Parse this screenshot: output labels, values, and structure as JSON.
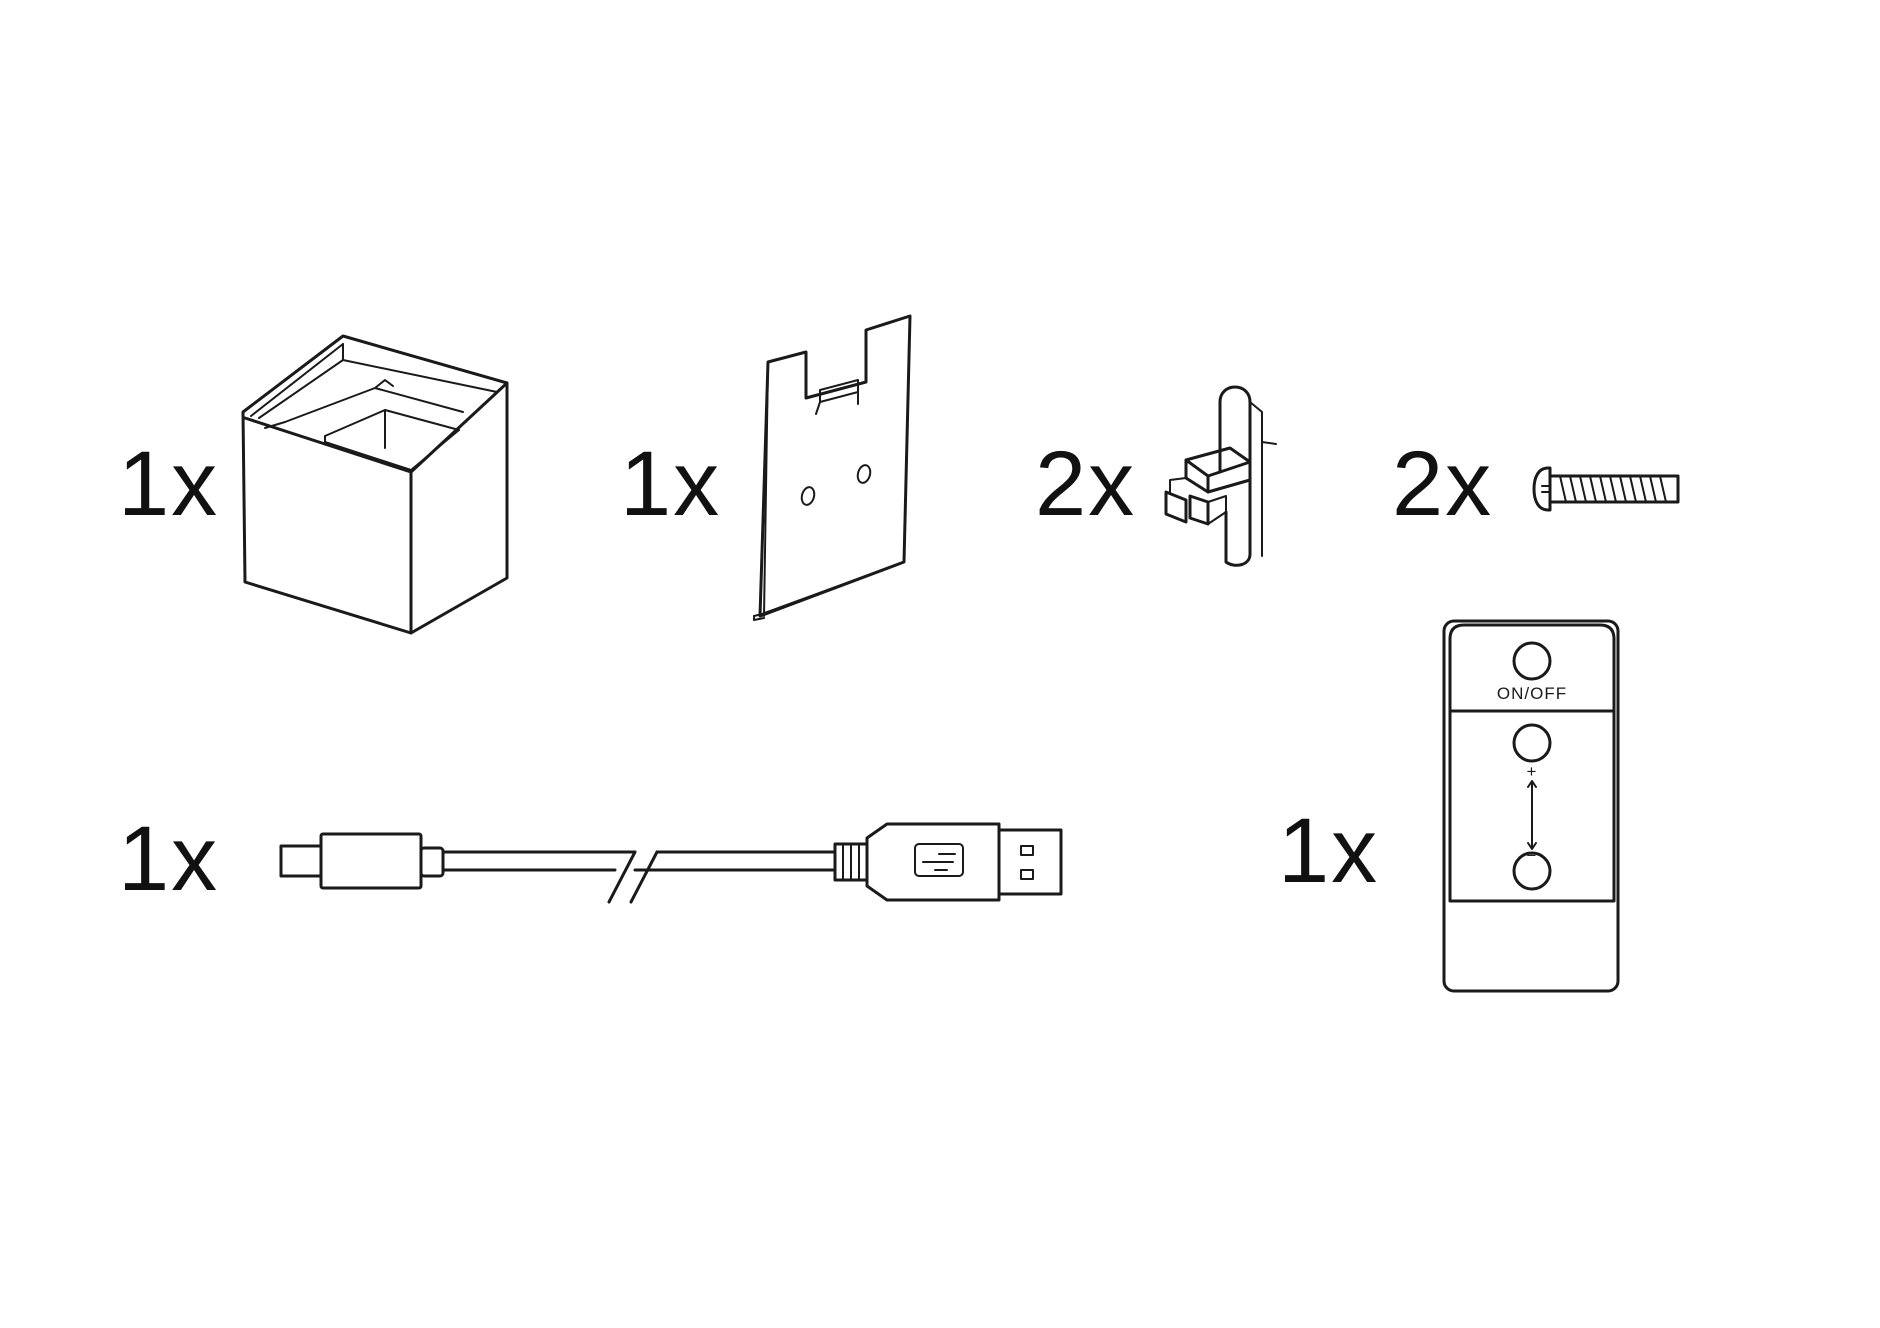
{
  "colors": {
    "line": "#1a1a1a",
    "background": "#ffffff"
  },
  "parts": [
    {
      "id": "lamp-cube",
      "quantity": "1x",
      "icon": "cube-lamp-icon"
    },
    {
      "id": "mounting-plate",
      "quantity": "1x",
      "icon": "mounting-plate-icon"
    },
    {
      "id": "wall-clip",
      "quantity": "2x",
      "icon": "wall-clip-icon"
    },
    {
      "id": "screw",
      "quantity": "2x",
      "icon": "screw-icon"
    },
    {
      "id": "usb-cable",
      "quantity": "1x",
      "icon": "usb-cable-icon"
    },
    {
      "id": "remote-control",
      "quantity": "1x",
      "icon": "remote-control-icon",
      "labels": {
        "power": "ON/OFF",
        "plus": "+",
        "minus": "−"
      }
    }
  ]
}
